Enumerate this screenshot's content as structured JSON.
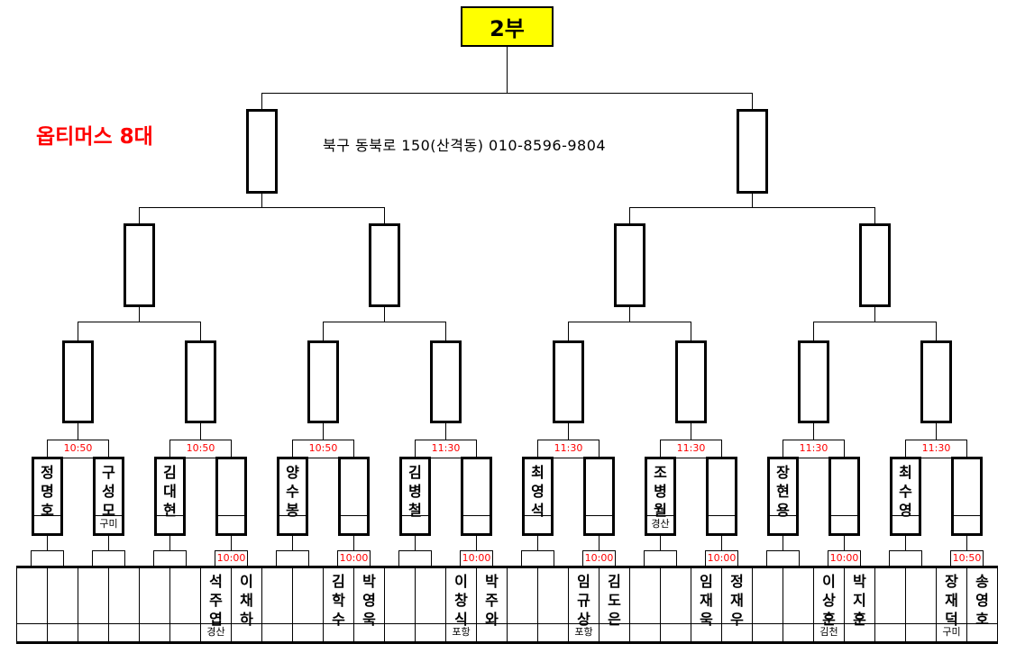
{
  "header": {
    "title": "2부",
    "brand": "옵티머스 8대",
    "address": "북구 동북로 150(산격동)  010-8596-9804"
  },
  "groups": [
    {
      "time": "10:50",
      "top": [
        {
          "name": "정명호",
          "region": ""
        },
        {
          "name": "구성모",
          "region": "구미"
        }
      ],
      "sub_time": "",
      "bottom": [
        {
          "name": "",
          "region": ""
        },
        {
          "name": "",
          "region": ""
        },
        {
          "name": "",
          "region": ""
        },
        {
          "name": "",
          "region": ""
        }
      ]
    },
    {
      "time": "10:50",
      "top": [
        {
          "name": "김대현",
          "region": ""
        },
        {
          "name": "",
          "region": ""
        }
      ],
      "sub_time": "10:00",
      "bottom": [
        {
          "name": "",
          "region": ""
        },
        {
          "name": "",
          "region": ""
        },
        {
          "name": "석주엽",
          "region": "경산"
        },
        {
          "name": "이채하",
          "region": ""
        }
      ]
    },
    {
      "time": "10:50",
      "top": [
        {
          "name": "양수봉",
          "region": ""
        },
        {
          "name": "",
          "region": ""
        }
      ],
      "sub_time": "10:00",
      "bottom": [
        {
          "name": "",
          "region": ""
        },
        {
          "name": "",
          "region": ""
        },
        {
          "name": "김학수",
          "region": ""
        },
        {
          "name": "박영욱",
          "region": ""
        }
      ]
    },
    {
      "time": "11:30",
      "top": [
        {
          "name": "김병철",
          "region": ""
        },
        {
          "name": "",
          "region": ""
        }
      ],
      "sub_time": "10:00",
      "bottom": [
        {
          "name": "",
          "region": ""
        },
        {
          "name": "",
          "region": ""
        },
        {
          "name": "이창식",
          "region": "포항"
        },
        {
          "name": "박주와",
          "region": ""
        }
      ]
    },
    {
      "time": "11:30",
      "top": [
        {
          "name": "최영석",
          "region": ""
        },
        {
          "name": "",
          "region": ""
        }
      ],
      "sub_time": "10:00",
      "bottom": [
        {
          "name": "",
          "region": ""
        },
        {
          "name": "",
          "region": ""
        },
        {
          "name": "임규상",
          "region": "포항"
        },
        {
          "name": "김도은",
          "region": ""
        }
      ]
    },
    {
      "time": "11:30",
      "top": [
        {
          "name": "조병월",
          "region": "경산"
        },
        {
          "name": "",
          "region": ""
        }
      ],
      "sub_time": "10:00",
      "bottom": [
        {
          "name": "",
          "region": ""
        },
        {
          "name": "",
          "region": ""
        },
        {
          "name": "임재욱",
          "region": ""
        },
        {
          "name": "정재우",
          "region": ""
        }
      ]
    },
    {
      "time": "11:30",
      "top": [
        {
          "name": "장현용",
          "region": ""
        },
        {
          "name": "",
          "region": ""
        }
      ],
      "sub_time": "10:00",
      "bottom": [
        {
          "name": "",
          "region": ""
        },
        {
          "name": "",
          "region": ""
        },
        {
          "name": "이상훈",
          "region": "김천"
        },
        {
          "name": "박지훈",
          "region": ""
        }
      ]
    },
    {
      "time": "11:30",
      "top": [
        {
          "name": "최수영",
          "region": ""
        },
        {
          "name": "",
          "region": ""
        }
      ],
      "sub_time": "10:50",
      "bottom": [
        {
          "name": "",
          "region": ""
        },
        {
          "name": "",
          "region": ""
        },
        {
          "name": "장재덕",
          "region": "구미"
        },
        {
          "name": "송영호",
          "region": ""
        }
      ]
    }
  ]
}
